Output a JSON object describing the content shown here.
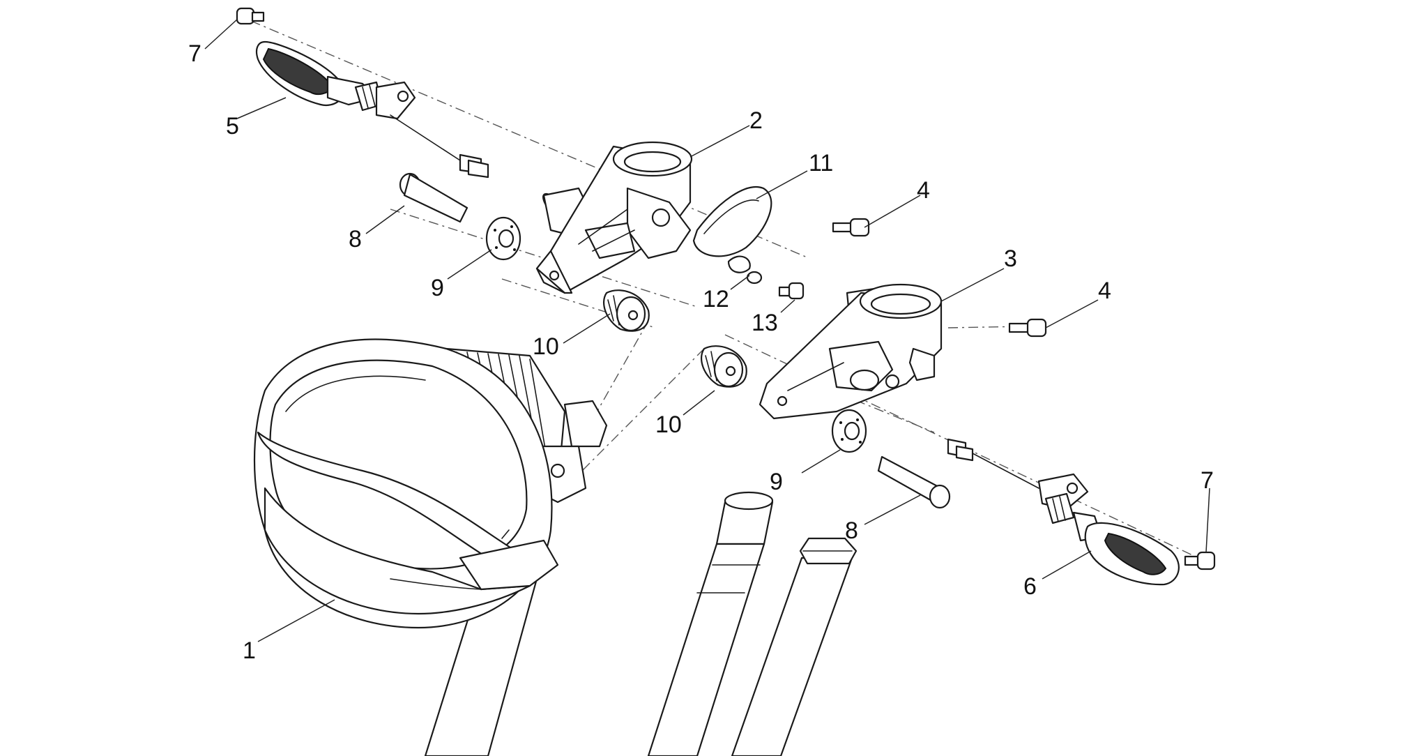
{
  "diagram": {
    "type": "exploded-parts-view",
    "callouts": [
      {
        "id": "c7a",
        "label": "7"
      },
      {
        "id": "c5",
        "label": "5"
      },
      {
        "id": "c2",
        "label": "2"
      },
      {
        "id": "c11",
        "label": "11"
      },
      {
        "id": "c4a",
        "label": "4"
      },
      {
        "id": "c8a",
        "label": "8"
      },
      {
        "id": "c9a",
        "label": "9"
      },
      {
        "id": "c3",
        "label": "3"
      },
      {
        "id": "c4b",
        "label": "4"
      },
      {
        "id": "c12",
        "label": "12"
      },
      {
        "id": "c13",
        "label": "13"
      },
      {
        "id": "c10a",
        "label": "10"
      },
      {
        "id": "c10b",
        "label": "10"
      },
      {
        "id": "c9b",
        "label": "9"
      },
      {
        "id": "c8b",
        "label": "8"
      },
      {
        "id": "c7b",
        "label": "7"
      },
      {
        "id": "c6",
        "label": "6"
      },
      {
        "id": "c1",
        "label": "1"
      }
    ]
  }
}
